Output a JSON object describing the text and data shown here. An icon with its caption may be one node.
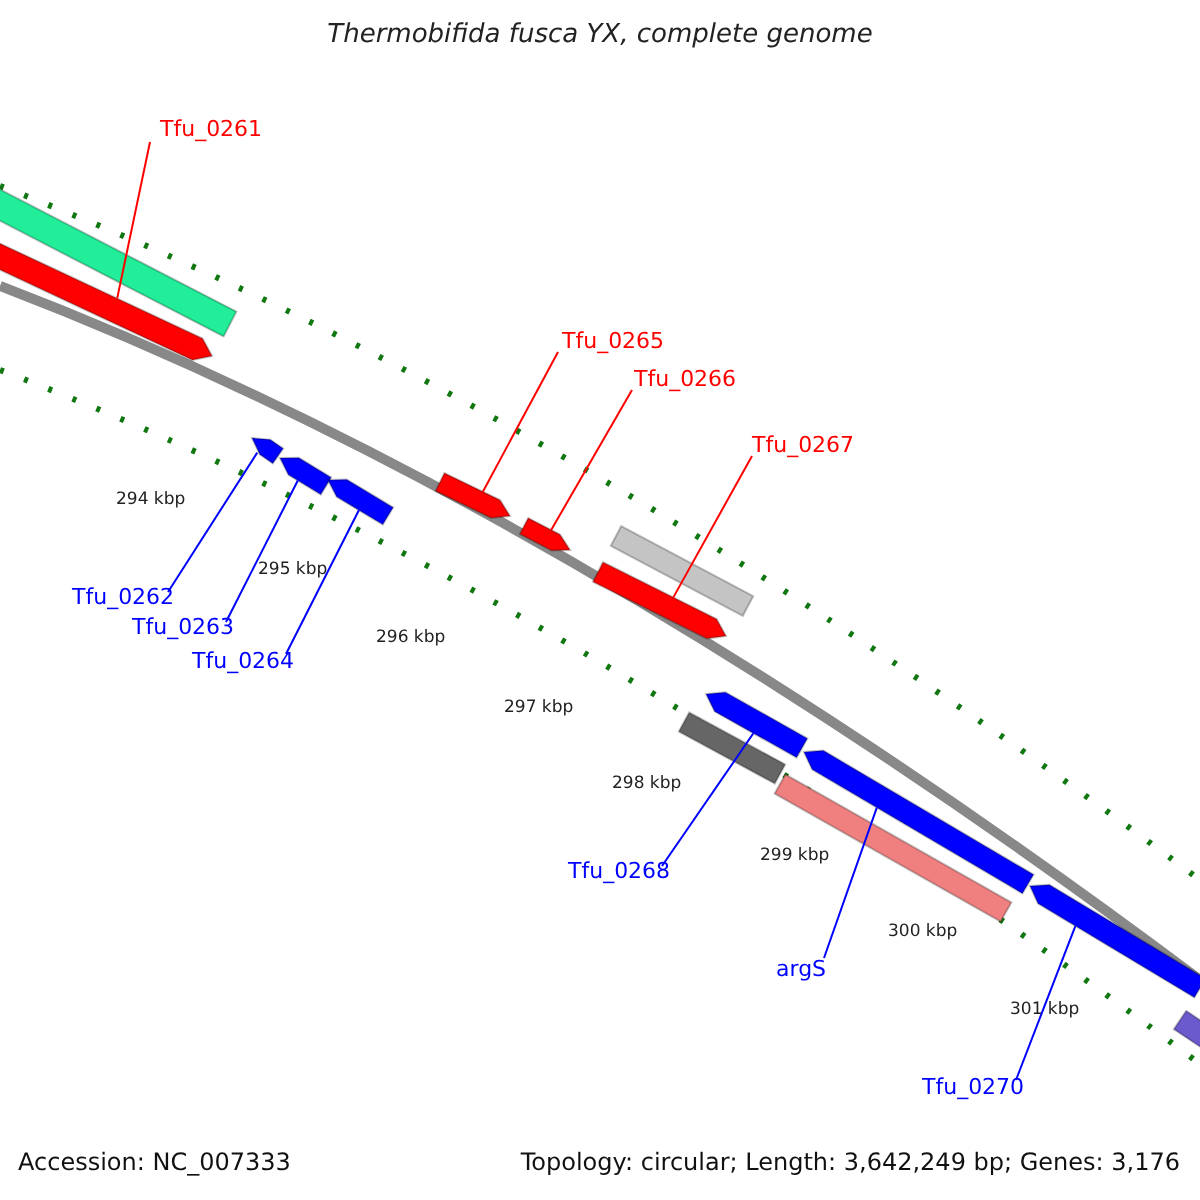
{
  "diagram": {
    "title": "Thermobifida fusca YX, complete genome",
    "nodes": [
      {
        "text": [
          "Tfu_0261"
        ]
      },
      {
        "text": [
          "Tfu_0262"
        ]
      },
      {
        "text": [
          "Tfu_0263"
        ]
      },
      {
        "text": [
          "Tfu_0264"
        ]
      },
      {
        "text": [
          "Tfu_0265"
        ]
      },
      {
        "text": [
          "Tfu_0266"
        ]
      },
      {
        "text": [
          "Tfu_0267"
        ]
      },
      {
        "text": [
          "Tfu_0268"
        ]
      },
      {
        "text": [
          "argS"
        ]
      },
      {
        "text": [
          "Tfu_0270"
        ]
      },
      {
        "text": [],
        "shape": "bar"
      },
      {
        "text": [],
        "shape": "bar"
      },
      {
        "text": [],
        "shape": "bar"
      },
      {
        "text": [],
        "shape": "bar"
      },
      {
        "text": [],
        "shape": "bar"
      },
      {
        "text": [],
        "shape": "bar"
      },
      {
        "text": [],
        "shape": "bar"
      },
      {
        "text": [],
        "shape": "bar"
      },
      {
        "text": [],
        "shape": "bar"
      },
      {
        "text": [],
        "shape": "bar"
      },
      {
        "text": [],
        "shape": "bar"
      },
      {
        "text": [],
        "shape": "bar"
      },
      {
        "text": [],
        "shape": "bar"
      },
      {
        "text": [],
        "shape": "bar"
      },
      {
        "text": [],
        "shape": "bar"
      }
    ],
    "edges": [
      {
        "from": 0,
        "to": 10,
        "arrow": "none",
        "color": "#ff0000"
      },
      {
        "from": 1,
        "to": 11,
        "arrow": "none"
      },
      {
        "from": 2,
        "to": 12,
        "arrow": "none"
      },
      {
        "from": 3,
        "to": 13,
        "arrow": "none"
      },
      {
        "from": 4,
        "to": 14,
        "arrow": "none",
        "color": "#ff0000"
      },
      {
        "from": 5,
        "to": 15,
        "arrow": "none",
        "color": "#ff0000"
      },
      {
        "from": 6,
        "to": 16,
        "arrow": "none",
        "color": "#ff0000"
      },
      {
        "from": 7,
        "to": 17,
        "arrow": "none"
      },
      {
        "from": 8,
        "to": 18,
        "arrow": "none"
      },
      {
        "from": 9,
        "to": 19,
        "arrow": "none"
      }
    ],
    "labels": [
      "294 kbp",
      "295 kbp",
      "296 kbp",
      "297 kbp",
      "298 kbp",
      "299 kbp",
      "300 kbp",
      "301 kbp",
      "Accession: NC_007333",
      "Topology: circular; Length: 3,642,249 bp; Genes: 3,176"
    ]
  }
}
